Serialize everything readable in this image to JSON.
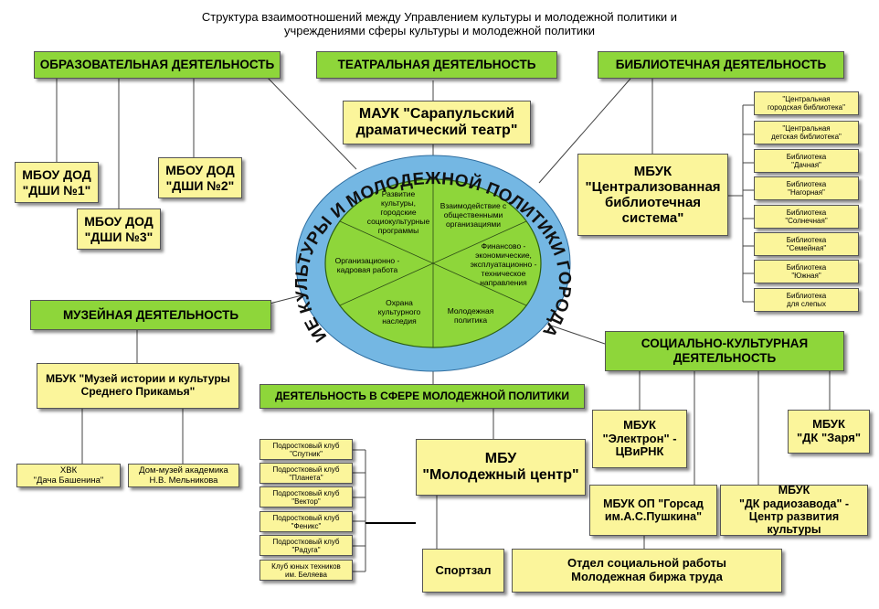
{
  "title": {
    "line1": "Структура взаимоотношений между Управлением культуры и молодежной политики и",
    "line2": "учреждениями сферы культуры и молодежной политики"
  },
  "center": {
    "arc_text": "УПРАВЛЕНИЕ КУЛЬТУРЫ И МОЛОДЕЖНОЙ ПОЛИТИКИ ГОРОДА САРАПУЛА",
    "sectors": [
      "Развитие культуры, городские социокультурные программы",
      "Взаимодействие с общественными организациями",
      "Финансово - экономические, эксплуатационно - техническое направления",
      "Молодежная политика",
      "Охрана культурного наследия",
      "Организационно - кадровая работа"
    ]
  },
  "categories": {
    "education": "ОБРАЗОВАТЕЛЬНАЯ ДЕЯТЕЛЬНОСТЬ",
    "theater": "ТЕАТРАЛЬНАЯ ДЕЯТЕЛЬНОСТЬ",
    "library": "БИБЛИОТЕЧНАЯ ДЕЯТЕЛЬНОСТЬ",
    "museum": "МУЗЕЙНАЯ ДЕЯТЕЛЬНОСТЬ",
    "youth": "ДЕЯТЕЛЬНОСТЬ В СФЕРЕ МОЛОДЕЖНОЙ ПОЛИТИКИ",
    "social_line1": "СОЦИАЛЬНО-КУЛЬТУРНАЯ",
    "social_line2": "ДЕЯТЕЛЬНОСТЬ"
  },
  "education_units": [
    {
      "line1": "МБОУ ДОД",
      "line2": "\"ДШИ №1\""
    },
    {
      "line1": "МБОУ ДОД",
      "line2": "\"ДШИ №2\""
    },
    {
      "line1": "МБОУ ДОД",
      "line2": "\"ДШИ №3\""
    }
  ],
  "theater_unit": {
    "line1": "МАУК \"Сарапульский",
    "line2": "драматический театр\""
  },
  "library_main": {
    "line1": "МБУК",
    "line2": "\"Централизованная",
    "line3": "библиотечная",
    "line4": "система\""
  },
  "library_branches": [
    {
      "line1": "\"Центральная",
      "line2": "городская библиотека\""
    },
    {
      "line1": "\"Центральная",
      "line2": "детская библиотека\""
    },
    {
      "line1": "Библиотека",
      "line2": "\"Дачная\""
    },
    {
      "line1": "Библиотека",
      "line2": "\"Нагорная\""
    },
    {
      "line1": "Библиотека",
      "line2": "\"Солнечная\""
    },
    {
      "line1": "Библиотека",
      "line2": "\"Семейная\""
    },
    {
      "line1": "Библиотека",
      "line2": "\"Южная\""
    },
    {
      "line1": "Библиотека",
      "line2": "для слепых"
    }
  ],
  "museum_main": {
    "line1": "МБУК \"Музей истории и культуры",
    "line2": "Среднего Прикамья\""
  },
  "museum_branches": [
    {
      "line1": "ХВК",
      "line2": "\"Дача Башенина\""
    },
    {
      "line1": "Дом-музей академика",
      "line2": "Н.В. Мельникова"
    }
  ],
  "youth_main": {
    "line1": "МБУ",
    "line2": "\"Молодежный центр\""
  },
  "youth_clubs": [
    {
      "line1": "Подростковый клуб",
      "line2": "\"Спутник\""
    },
    {
      "line1": "Подростковый клуб",
      "line2": "\"Планета\""
    },
    {
      "line1": "Подростковый клуб",
      "line2": "\"Вектор\""
    },
    {
      "line1": "Подростковый клуб",
      "line2": "\"Феникс\""
    },
    {
      "line1": "Подростковый клуб",
      "line2": "\"Радуга\""
    },
    {
      "line1": "Клуб юных техников",
      "line2": "им. Беляева"
    }
  ],
  "youth_sport": "Спортзал",
  "youth_social": {
    "line1": "Отдел социальной работы",
    "line2": "Молодежная биржа труда"
  },
  "social_units": [
    {
      "line1": "МБУК",
      "line2": "\"Электрон\" -",
      "line3": "ЦВиРНК"
    },
    {
      "line1": "МБУК",
      "line2": "\"ДК \"Заря\""
    },
    {
      "line1": "МБУК ОП \"Горсад",
      "line2": "им.А.С.Пушкина\""
    },
    {
      "line1": "МБУК",
      "line2": "\"ДК радиозавода\" -",
      "line3": "Центр развития культуры"
    }
  ],
  "colors": {
    "category_fill": "#8ed63a",
    "unit_fill": "#fbf59b",
    "ellipse_ring": "#74b7e3",
    "ellipse_inner": "#8ed63a"
  }
}
